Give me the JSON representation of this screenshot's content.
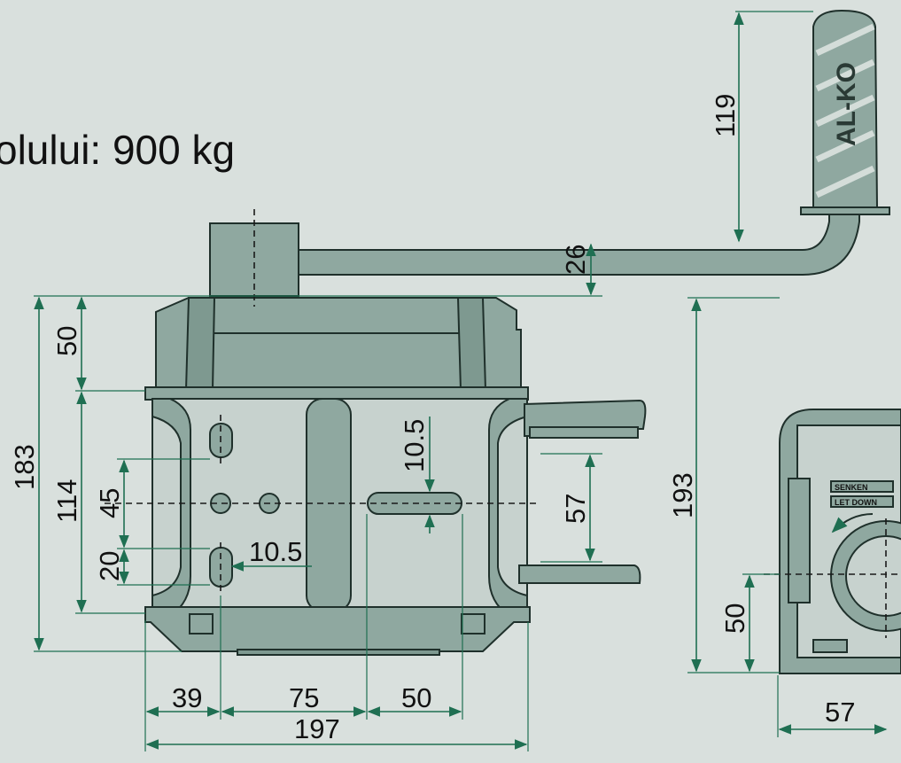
{
  "title": "olului: 900 kg",
  "brand": "AL-KO",
  "labels": {
    "lower": "SENKEN",
    "let_down": "LET DOWN"
  },
  "dimensions": {
    "handle_height": "119",
    "crank_thickness": "26",
    "top_section": "50",
    "overall_height": "183",
    "body_height": "114",
    "slot_pitch": "45",
    "slot_length": "20",
    "slot_width": "10.5",
    "slot_width_vertical": "10.5",
    "bracket_gap": "57",
    "side_height": "193",
    "side_lower": "50",
    "side_width": "57",
    "bottom_39": "39",
    "bottom_75": "75",
    "bottom_50": "50",
    "overall_width": "197"
  },
  "colors": {
    "body": "#8fa8a0",
    "face": "#c7d2ce",
    "dimension": "#1f6f52",
    "background": "#d9e0dd"
  }
}
